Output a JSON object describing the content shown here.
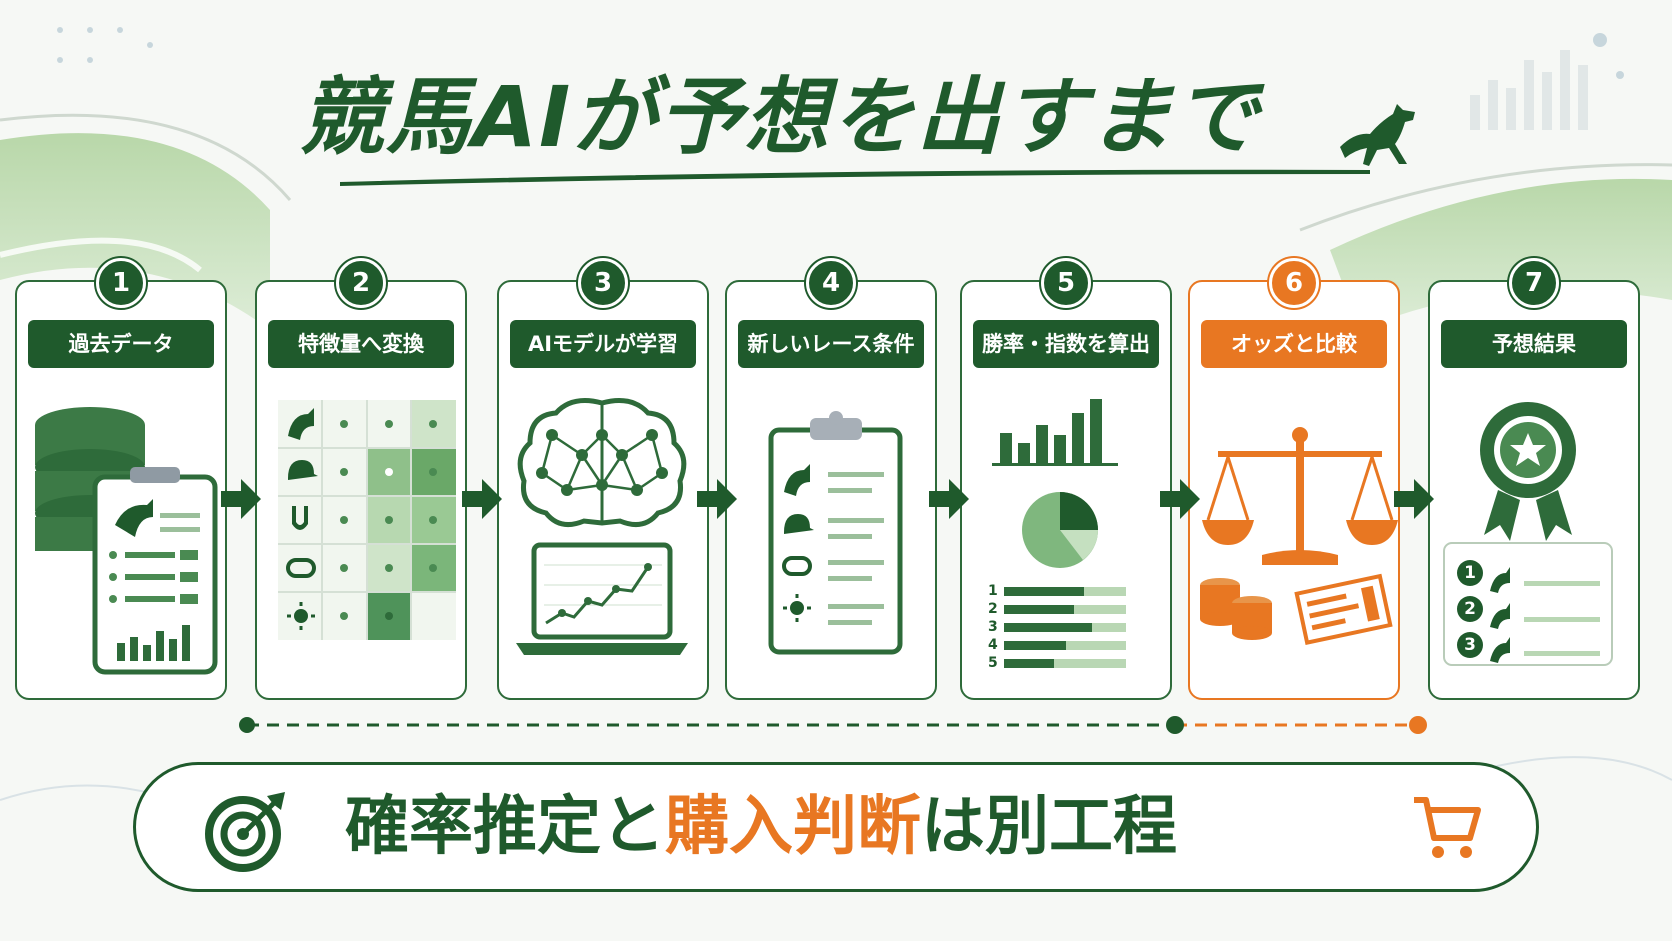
{
  "title": "競馬AIが予想を出すまで",
  "colors": {
    "green": "#1f5a2c",
    "orange": "#e87722",
    "light_green": "#7fb77e"
  },
  "steps": [
    {
      "num": "1",
      "label": "過去データ",
      "icon": "database-clipboard-icon"
    },
    {
      "num": "2",
      "label": "特徴量へ変換",
      "icon": "feature-grid-icon"
    },
    {
      "num": "3",
      "label": "AIモデルが学習",
      "icon": "brain-laptop-icon"
    },
    {
      "num": "4",
      "label": "新しいレース条件",
      "icon": "race-clipboard-icon"
    },
    {
      "num": "5",
      "label": "勝率・指数を算出",
      "icon": "charts-icon"
    },
    {
      "num": "6",
      "label": "オッズと比較",
      "icon": "scale-coins-ticket-icon"
    },
    {
      "num": "7",
      "label": "予想結果",
      "icon": "award-ranking-icon"
    }
  ],
  "rank_numbers": [
    "1",
    "2",
    "3",
    "4",
    "5"
  ],
  "result_ranks": [
    "1",
    "2",
    "3"
  ],
  "banner": {
    "part1": "確率推定",
    "part2": "と",
    "part3": "購入判断",
    "part4": "は別工程"
  }
}
